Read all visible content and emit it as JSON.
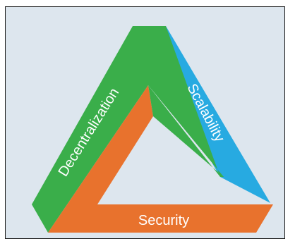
{
  "diagram": {
    "labels": {
      "left": "Decentralization",
      "right": "Scalability",
      "bottom": "Security"
    },
    "colors": {
      "left": "#3aae4a",
      "right": "#27aae1",
      "bottom": "#e8722d",
      "background": "#dde6ee"
    }
  }
}
